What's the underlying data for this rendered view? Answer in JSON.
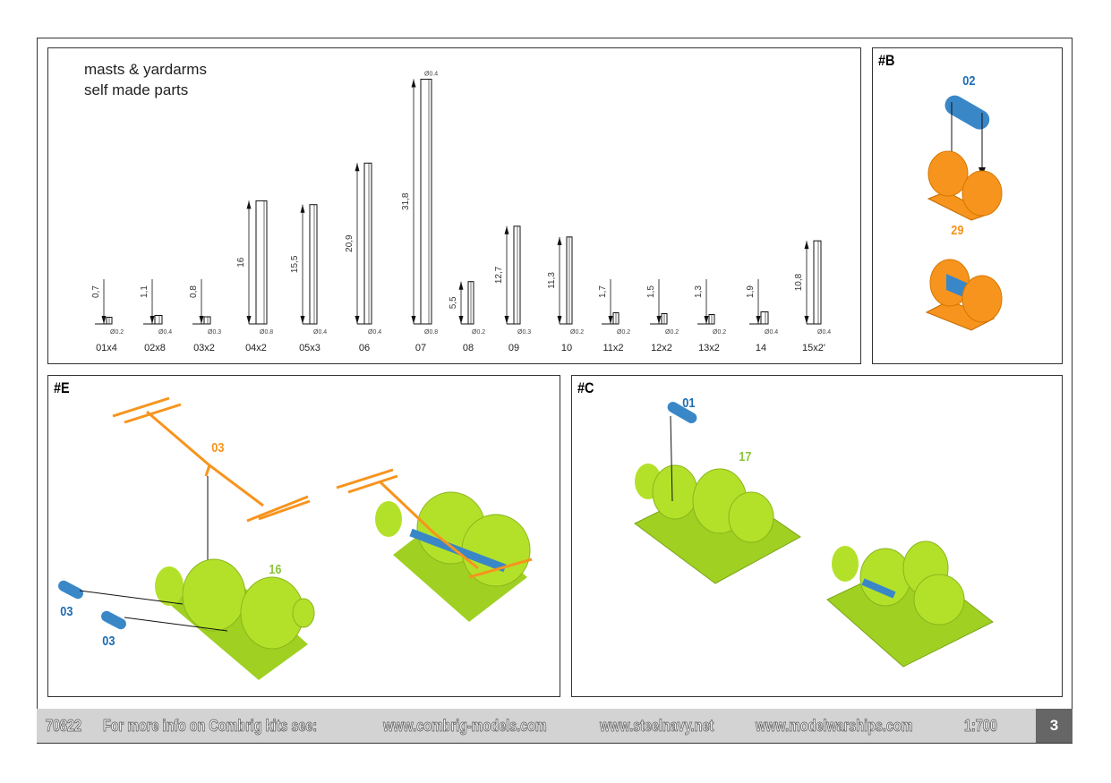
{
  "masts": {
    "title_line1": "masts & yardarms",
    "title_line2": "self made parts",
    "parts": [
      {
        "id": "01x4",
        "length": "0,7",
        "len": 0.7,
        "dia": "Ø0.2",
        "d": 0.2
      },
      {
        "id": "02x8",
        "length": "1,1",
        "len": 1.1,
        "dia": "Ø0.4",
        "d": 0.4
      },
      {
        "id": "03x2",
        "length": "0,8",
        "len": 0.8,
        "dia": "Ø0.3",
        "d": 0.3
      },
      {
        "id": "04x2",
        "length": "16",
        "len": 16,
        "dia": "Ø0.8",
        "d": 0.8
      },
      {
        "id": "05x3",
        "length": "15,5",
        "len": 15.5,
        "dia": "Ø0.4",
        "d": 0.4
      },
      {
        "id": "06",
        "length": "20,9",
        "len": 20.9,
        "dia": "Ø0.4",
        "d": 0.4
      },
      {
        "id": "07",
        "length": "31,8",
        "len": 31.8,
        "dia": "Ø0.8",
        "d": 0.8,
        "top_dia": "Ø0.4"
      },
      {
        "id": "08",
        "length": "5,5",
        "len": 5.5,
        "dia": "Ø0.2",
        "d": 0.2
      },
      {
        "id": "09",
        "length": "12,7",
        "len": 12.7,
        "dia": "Ø0.3",
        "d": 0.3
      },
      {
        "id": "10",
        "length": "11,3",
        "len": 11.3,
        "dia": "Ø0.2",
        "d": 0.2
      },
      {
        "id": "11x2",
        "length": "1,7",
        "len": 1.7,
        "dia": "Ø0.2",
        "d": 0.2
      },
      {
        "id": "12x2",
        "length": "1,5",
        "len": 1.5,
        "dia": "Ø0.2",
        "d": 0.2
      },
      {
        "id": "13x2",
        "length": "1,3",
        "len": 1.3,
        "dia": "Ø0.2",
        "d": 0.2
      },
      {
        "id": "14",
        "length": "1,9",
        "len": 1.9,
        "dia": "Ø0.4",
        "d": 0.4
      },
      {
        "id": "15x2'",
        "length": "10,8",
        "len": 10.8,
        "dia": "Ø0.4",
        "d": 0.4
      }
    ]
  },
  "panels": {
    "b": {
      "title": "#B",
      "labels": [
        "02",
        "29"
      ]
    },
    "e": {
      "title": "#E",
      "labels": [
        "03",
        "16",
        "03",
        "03"
      ]
    },
    "c": {
      "title": "#C",
      "labels": [
        "01",
        "17"
      ]
    }
  },
  "colors": {
    "orange": "#f7941d",
    "blue": "#3a87c8",
    "green": "#b3e12a",
    "green_label": "#8dc63f",
    "blue_label": "#1c6db5"
  },
  "footer": {
    "code": "70822",
    "info": "For more info on Combrig kits see:",
    "link1": "www.combrig-models.com",
    "link2": "www.steelnavy.net",
    "link3": "www.modelwarships.com",
    "scale": "1:700",
    "page": "3"
  }
}
